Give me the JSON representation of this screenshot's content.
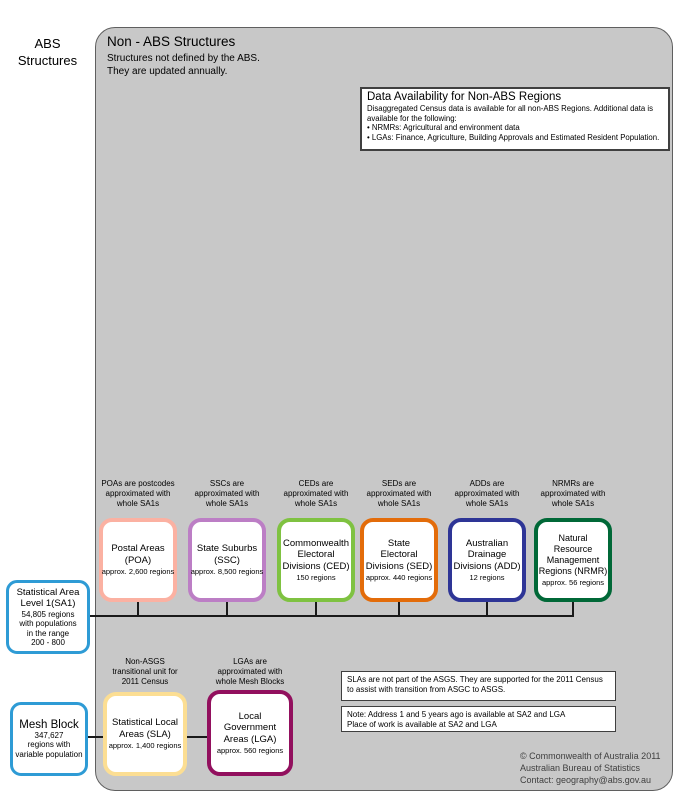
{
  "sidebar_label": "ABS\nStructures",
  "main": {
    "title": "Non - ABS Structures",
    "subtitle": "Structures not defined by the ABS.\nThey are updated annually."
  },
  "availability": {
    "title": "Data Availability for Non-ABS Regions",
    "body": "Disaggregated Census data is available for all non-ABS Regions. Additional data is available for the following:",
    "bullets": [
      "• NRMRs: Agricultural and environment data",
      "• LGAs: Finance, Agriculture, Building Approvals and Estimated Resident Population."
    ]
  },
  "regions": [
    {
      "caption": "POAs are postcodes\napproximated with\nwhole SA1s",
      "title": "Postal Areas\n(POA)",
      "sub": "approx. 2,600 regions",
      "color": "#fbb1a2"
    },
    {
      "caption": "SSCs are\napproximated with\nwhole SA1s",
      "title": "State Suburbs\n(SSC)",
      "sub": "approx. 8,500 regions",
      "color": "#bc7ec5"
    },
    {
      "caption": "CEDs are\napproximated with\nwhole SA1s",
      "title": "Commonwealth\nElectoral\nDivisions (CED)",
      "sub": "150 regions",
      "color": "#7fc241"
    },
    {
      "caption": "SEDs are\napproximated with\nwhole SA1s",
      "title": "State\nElectoral\nDivisions (SED)",
      "sub": "approx. 440 regions",
      "color": "#e36c0a"
    },
    {
      "caption": "ADDs are\napproximated with\nwhole SA1s",
      "title": "Australian\nDrainage\nDivisions (ADD)",
      "sub": "12 regions",
      "color": "#2e3596"
    },
    {
      "caption": "NRMRs are\napproximated with\nwhole SA1s",
      "title": "Natural\nResource\nManagement\nRegions (NRMR)",
      "sub": "approx. 56 regions",
      "color": "#006837"
    }
  ],
  "sa1": {
    "title": "Statistical Area\nLevel 1(SA1)",
    "sub": "54,805 regions\nwith populations\nin the range\n200 - 800",
    "color": "#2e9bd5"
  },
  "mesh_block": {
    "title": "Mesh Block",
    "sub": "347,627\nregions with\nvariable population",
    "color": "#2e9bd5"
  },
  "bottom": {
    "sla_caption": "Non-ASGS\ntransitional unit for\n2011 Census",
    "lga_caption": "LGAs are\napproximated with\nwhole Mesh Blocks",
    "sla": {
      "title": "Statistical Local\nAreas (SLA)",
      "sub": "approx. 1,400 regions",
      "color": "#fcde93"
    },
    "lga": {
      "title": "Local\nGovernment\nAreas (LGA)",
      "sub": "approx. 560 regions",
      "color": "#92105e"
    }
  },
  "notes": [
    "SLAs are not part of the ASGS. They are supported for the 2011 Census to assist with transition from ASGC to ASGS.",
    "Note: Address 1 and 5 years ago is available at SA2 and LGA\nPlace of work is available at SA2 and LGA"
  ],
  "footer": {
    "line1": "© Commonwealth of Australia 2011",
    "line2": "Australian Bureau of Statistics",
    "line3": "Contact: geography@abs.gov.au"
  }
}
